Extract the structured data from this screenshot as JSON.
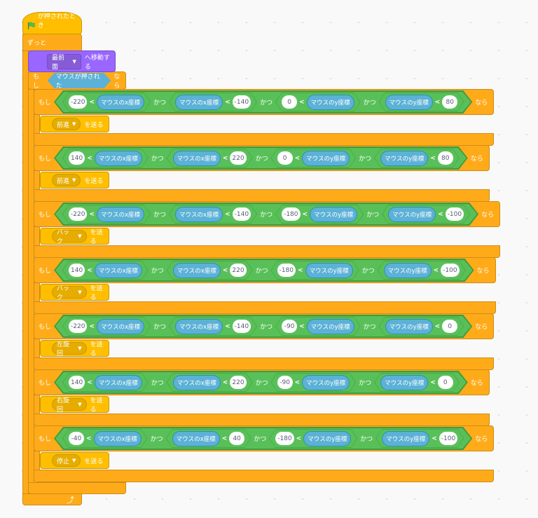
{
  "hat": {
    "icon": "green-flag-icon",
    "label": "が押されたとき"
  },
  "forever": {
    "label": "ずっと",
    "loop_icon": "loop-arrow-icon"
  },
  "go_to_layer": {
    "option": "最前面",
    "label": "へ移動する"
  },
  "if_mouse": {
    "if_label": "もし",
    "condition": "マウスが押された",
    "then_label": "なら"
  },
  "labels": {
    "if": "もし",
    "then": "なら",
    "and": "かつ",
    "lt": "<",
    "mouse_x": "マウスのx座標",
    "mouse_y": "マウスのy座標",
    "broadcast": "を送る",
    "caret": "▼"
  },
  "rules": [
    {
      "x_min": "-220",
      "x_max": "-140",
      "y_min": "0",
      "y_max": "80",
      "message": "前進"
    },
    {
      "x_min": "140",
      "x_max": "220",
      "y_min": "0",
      "y_max": "80",
      "message": "前進"
    },
    {
      "x_min": "-220",
      "x_max": "-140",
      "y_min": "-180",
      "y_max": "-100",
      "message": "バック"
    },
    {
      "x_min": "140",
      "x_max": "220",
      "y_min": "-180",
      "y_max": "-100",
      "message": "バック"
    },
    {
      "x_min": "-220",
      "x_max": "-140",
      "y_min": "-90",
      "y_max": "0",
      "message": "左旋回"
    },
    {
      "x_min": "140",
      "x_max": "220",
      "y_min": "-90",
      "y_max": "0",
      "message": "右旋回"
    },
    {
      "x_min": "-40",
      "x_max": "40",
      "y_min": "-180",
      "y_max": "-100",
      "message": "停止"
    }
  ],
  "colors": {
    "events": "#FFBF00",
    "control": "#FFAB19",
    "looks": "#9966FF",
    "operators": "#59C059",
    "sensing": "#5CB1D6"
  }
}
